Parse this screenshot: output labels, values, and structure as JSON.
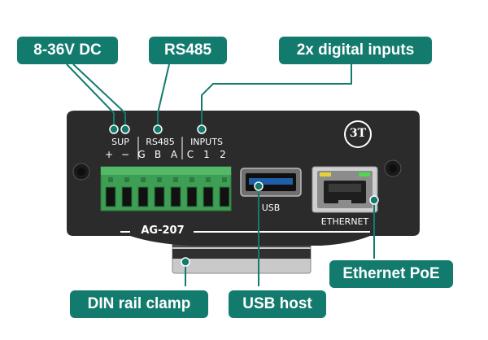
{
  "colors": {
    "callout_bg": "#127b6d",
    "device_body": "#2b2b2b",
    "terminal_green": "#3d9e54",
    "led_yellow": "#e6d13a",
    "led_green": "#4ed84e",
    "leader_line": "#127b6d"
  },
  "callouts": {
    "power": "8-36V DC",
    "rs485": "RS485",
    "digital_inputs": "2x digital inputs",
    "ethernet_poe": "Ethernet PoE",
    "usb_host": "USB host",
    "din_rail": "DIN rail clamp"
  },
  "device": {
    "model": "AG-207",
    "logo_text": "3T",
    "terminal_groups": {
      "sup": "SUP",
      "rs485": "RS485",
      "inputs": "INPUTS"
    },
    "pin_labels": [
      "+",
      "−",
      "G",
      "B",
      "A",
      "C",
      "1",
      "2"
    ],
    "usb_label": "USB",
    "ethernet_label": "ETHERNET"
  }
}
